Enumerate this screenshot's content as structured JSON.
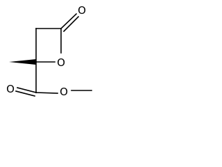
{
  "molecule": {
    "atoms": {
      "carbonyl_oxygen_top": "O",
      "ring_oxygen": "O",
      "ester_carbonyl_oxygen": "O",
      "ester_oxygen": "O"
    },
    "colors": {
      "bond": "#000000",
      "label": "#000000",
      "background": "#ffffff"
    }
  }
}
